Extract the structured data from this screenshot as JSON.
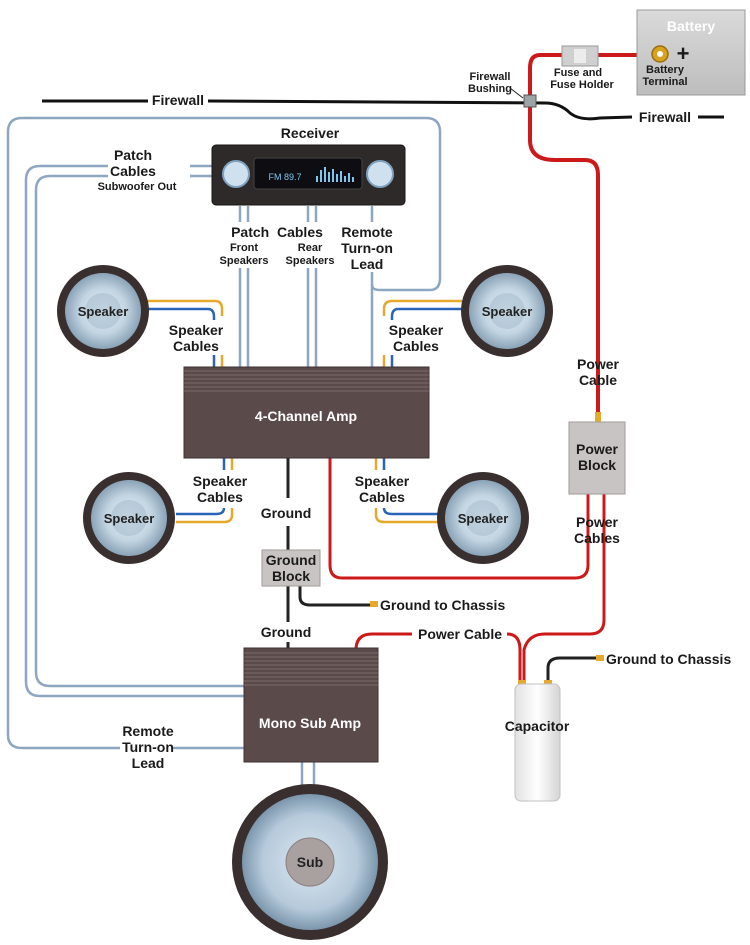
{
  "battery": {
    "title": "Battery",
    "terminal_line1": "Battery",
    "terminal_line2": "Terminal",
    "plus": "+"
  },
  "firewall": {
    "left_label": "Firewall",
    "right_label": "Firewall",
    "bushing_line1": "Firewall",
    "bushing_line2": "Bushing"
  },
  "fuse": {
    "line1": "Fuse and",
    "line2": "Fuse Holder"
  },
  "receiver": {
    "title": "Receiver",
    "display": "FM 89.7"
  },
  "patch_cables_sub": {
    "line1": "Patch",
    "line2": "Cables",
    "line3": "Subwoofer Out"
  },
  "patch_cables_main": {
    "title": "Patch  Cables",
    "front_line1": "Front",
    "front_line2": "Speakers",
    "rear_line1": "Rear",
    "rear_line2": "Speakers"
  },
  "remote_lead_top": {
    "line1": "Remote",
    "line2": "Turn-on",
    "line3": "Lead"
  },
  "speaker_label": "Speaker",
  "speaker_cables": {
    "line1": "Speaker",
    "line2": "Cables"
  },
  "four_channel_amp": {
    "label": "4-Channel Amp"
  },
  "power_cable_top": {
    "line1": "Power",
    "line2": "Cable"
  },
  "power_block": {
    "line1": "Power",
    "line2": "Block"
  },
  "power_cables": {
    "line1": "Power",
    "line2": "Cables"
  },
  "ground_upper": "Ground",
  "ground_block": {
    "line1": "Ground",
    "line2": "Block"
  },
  "ground_to_chassis_1": "Ground to Chassis",
  "ground_lower": "Ground",
  "power_cable_bottom": "Power Cable",
  "ground_to_chassis_2": "Ground to Chassis",
  "capacitor": {
    "label": "Capacitor"
  },
  "mono_sub_amp": {
    "label": "Mono Sub Amp"
  },
  "remote_lead_bottom": {
    "line1": "Remote",
    "line2": "Turn-on",
    "line3": "Lead"
  },
  "sub": {
    "label": "Sub"
  },
  "colors": {
    "power_wire": "#cc1a1a",
    "ground_wire": "#222222",
    "patch_cable": "#8ea6bf",
    "speaker_wire_blue": "#2a64b8",
    "speaker_wire_yellow": "#e6a92c",
    "amp_body": "#5a4b4a",
    "battery_body": "#cfcfcf",
    "block_body": "#c9c4c4"
  }
}
